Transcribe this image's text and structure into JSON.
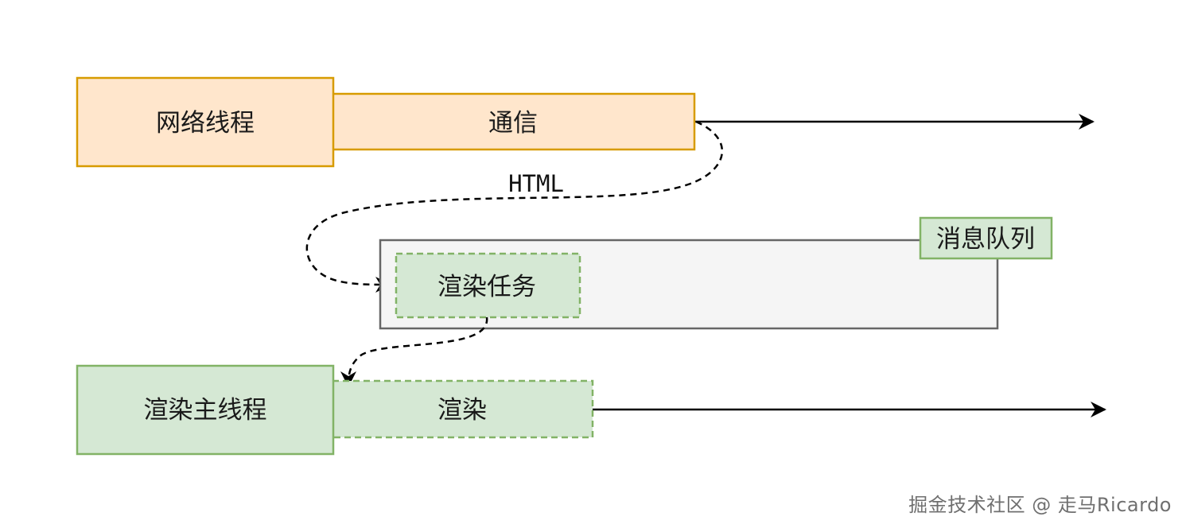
{
  "network_thread": {
    "label": "网络线程",
    "communication_label": "通信"
  },
  "html_label": "HTML",
  "message_queue": {
    "label": "消息队列",
    "render_task_label": "渲染任务"
  },
  "render_main_thread": {
    "label": "渲染主线程",
    "render_label": "渲染"
  },
  "watermark": "掘金技术社区 @ 走马Ricardo",
  "colors": {
    "orange_fill": "#ffe6cc",
    "orange_stroke": "#d79b00",
    "green_fill": "#d5e8d4",
    "green_stroke": "#82b366",
    "queue_fill": "#f5f5f5",
    "queue_stroke": "#666666",
    "line": "#000000"
  }
}
